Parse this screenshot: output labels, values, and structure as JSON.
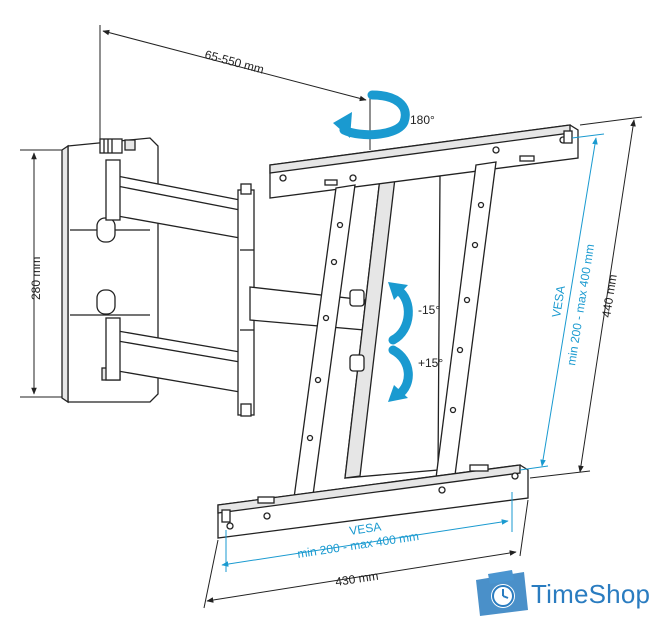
{
  "labels": {
    "arm_extension": "65-550 mm",
    "rotation": "180°",
    "wall_height": "280 mm",
    "tilt_up": "-15°",
    "tilt_down": "+15°",
    "plate_height": "440 mm",
    "plate_width": "430 mm",
    "vesa_title": "VESA",
    "vesa_range": "min 200 - max 400 mm",
    "vesa_vertical_title": "VESA",
    "vesa_vertical_range": "min 200 - max 400 mm"
  },
  "brand": {
    "name": "TimeShop"
  },
  "colors": {
    "accent": "#1a9ad0",
    "line": "#222222",
    "brand": "#2a7cc0"
  }
}
